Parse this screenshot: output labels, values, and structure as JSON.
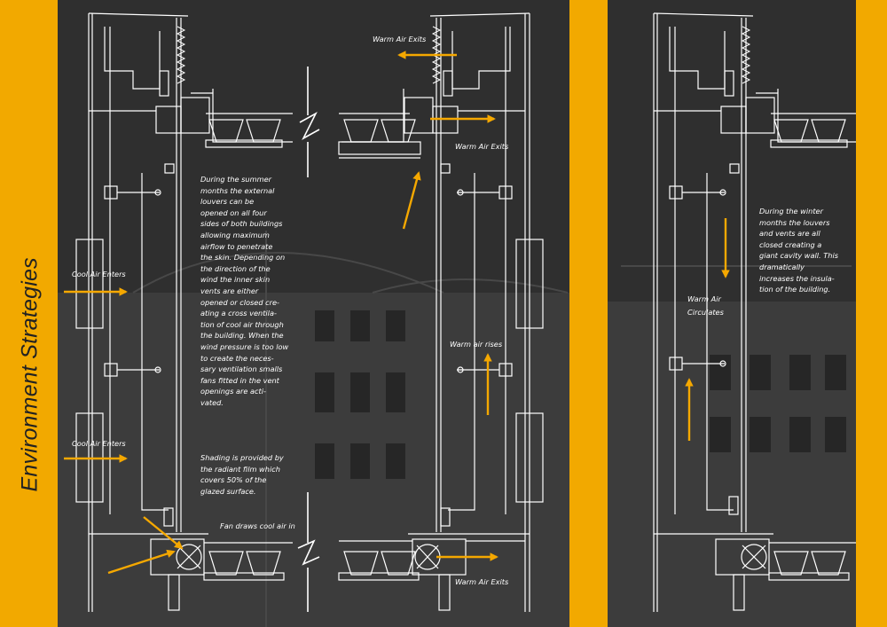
{
  "title": "Environment Strategies",
  "colors": {
    "accent": "#f2a900",
    "arrow": "#f5a800",
    "panel": "#2e2e2e",
    "line": "#ffffff"
  },
  "labels": {
    "cool_air_enters_1": "Cool Air Enters",
    "cool_air_enters_2": "Cool Air Enters",
    "warm_air_exits_top": "Warm Air Exits",
    "warm_air_exits_mid": "Warm Air Exits",
    "warm_air_exits_bottom": "Warm Air Exits",
    "warm_air_rises": "Warm air rises",
    "fan_draws": "Fan draws cool air in",
    "warm_air_circulates_1": "Warm Air",
    "warm_air_circulates_2": "Circulates"
  },
  "summary_text": [
    "During the summer",
    "months the external",
    "louvers can be",
    "opened on all four",
    "sides of both buildings",
    "allowing maximum",
    "airflow to penetrate",
    "the skin. Depending on",
    "the direction of the",
    "wind the inner skin",
    "vents are either",
    "opened or closed cre-",
    "ating a cross ventila-",
    "tion of cool air through",
    "the building. When the",
    "wind pressure is too low",
    "to create the neces-",
    "sary ventilation smalls",
    "fans fitted in the vent",
    "openings are acti-",
    "vated."
  ],
  "shading_text": [
    "Shading  is provided by",
    "the radiant film which",
    "covers 50% of the",
    "glazed surface."
  ],
  "winter_text": [
    "During the winter",
    "months the louvers",
    "and vents are all",
    "closed creating a",
    "giant cavity wall. This",
    "dramatically",
    "increases the insula-",
    "tion of the building."
  ]
}
